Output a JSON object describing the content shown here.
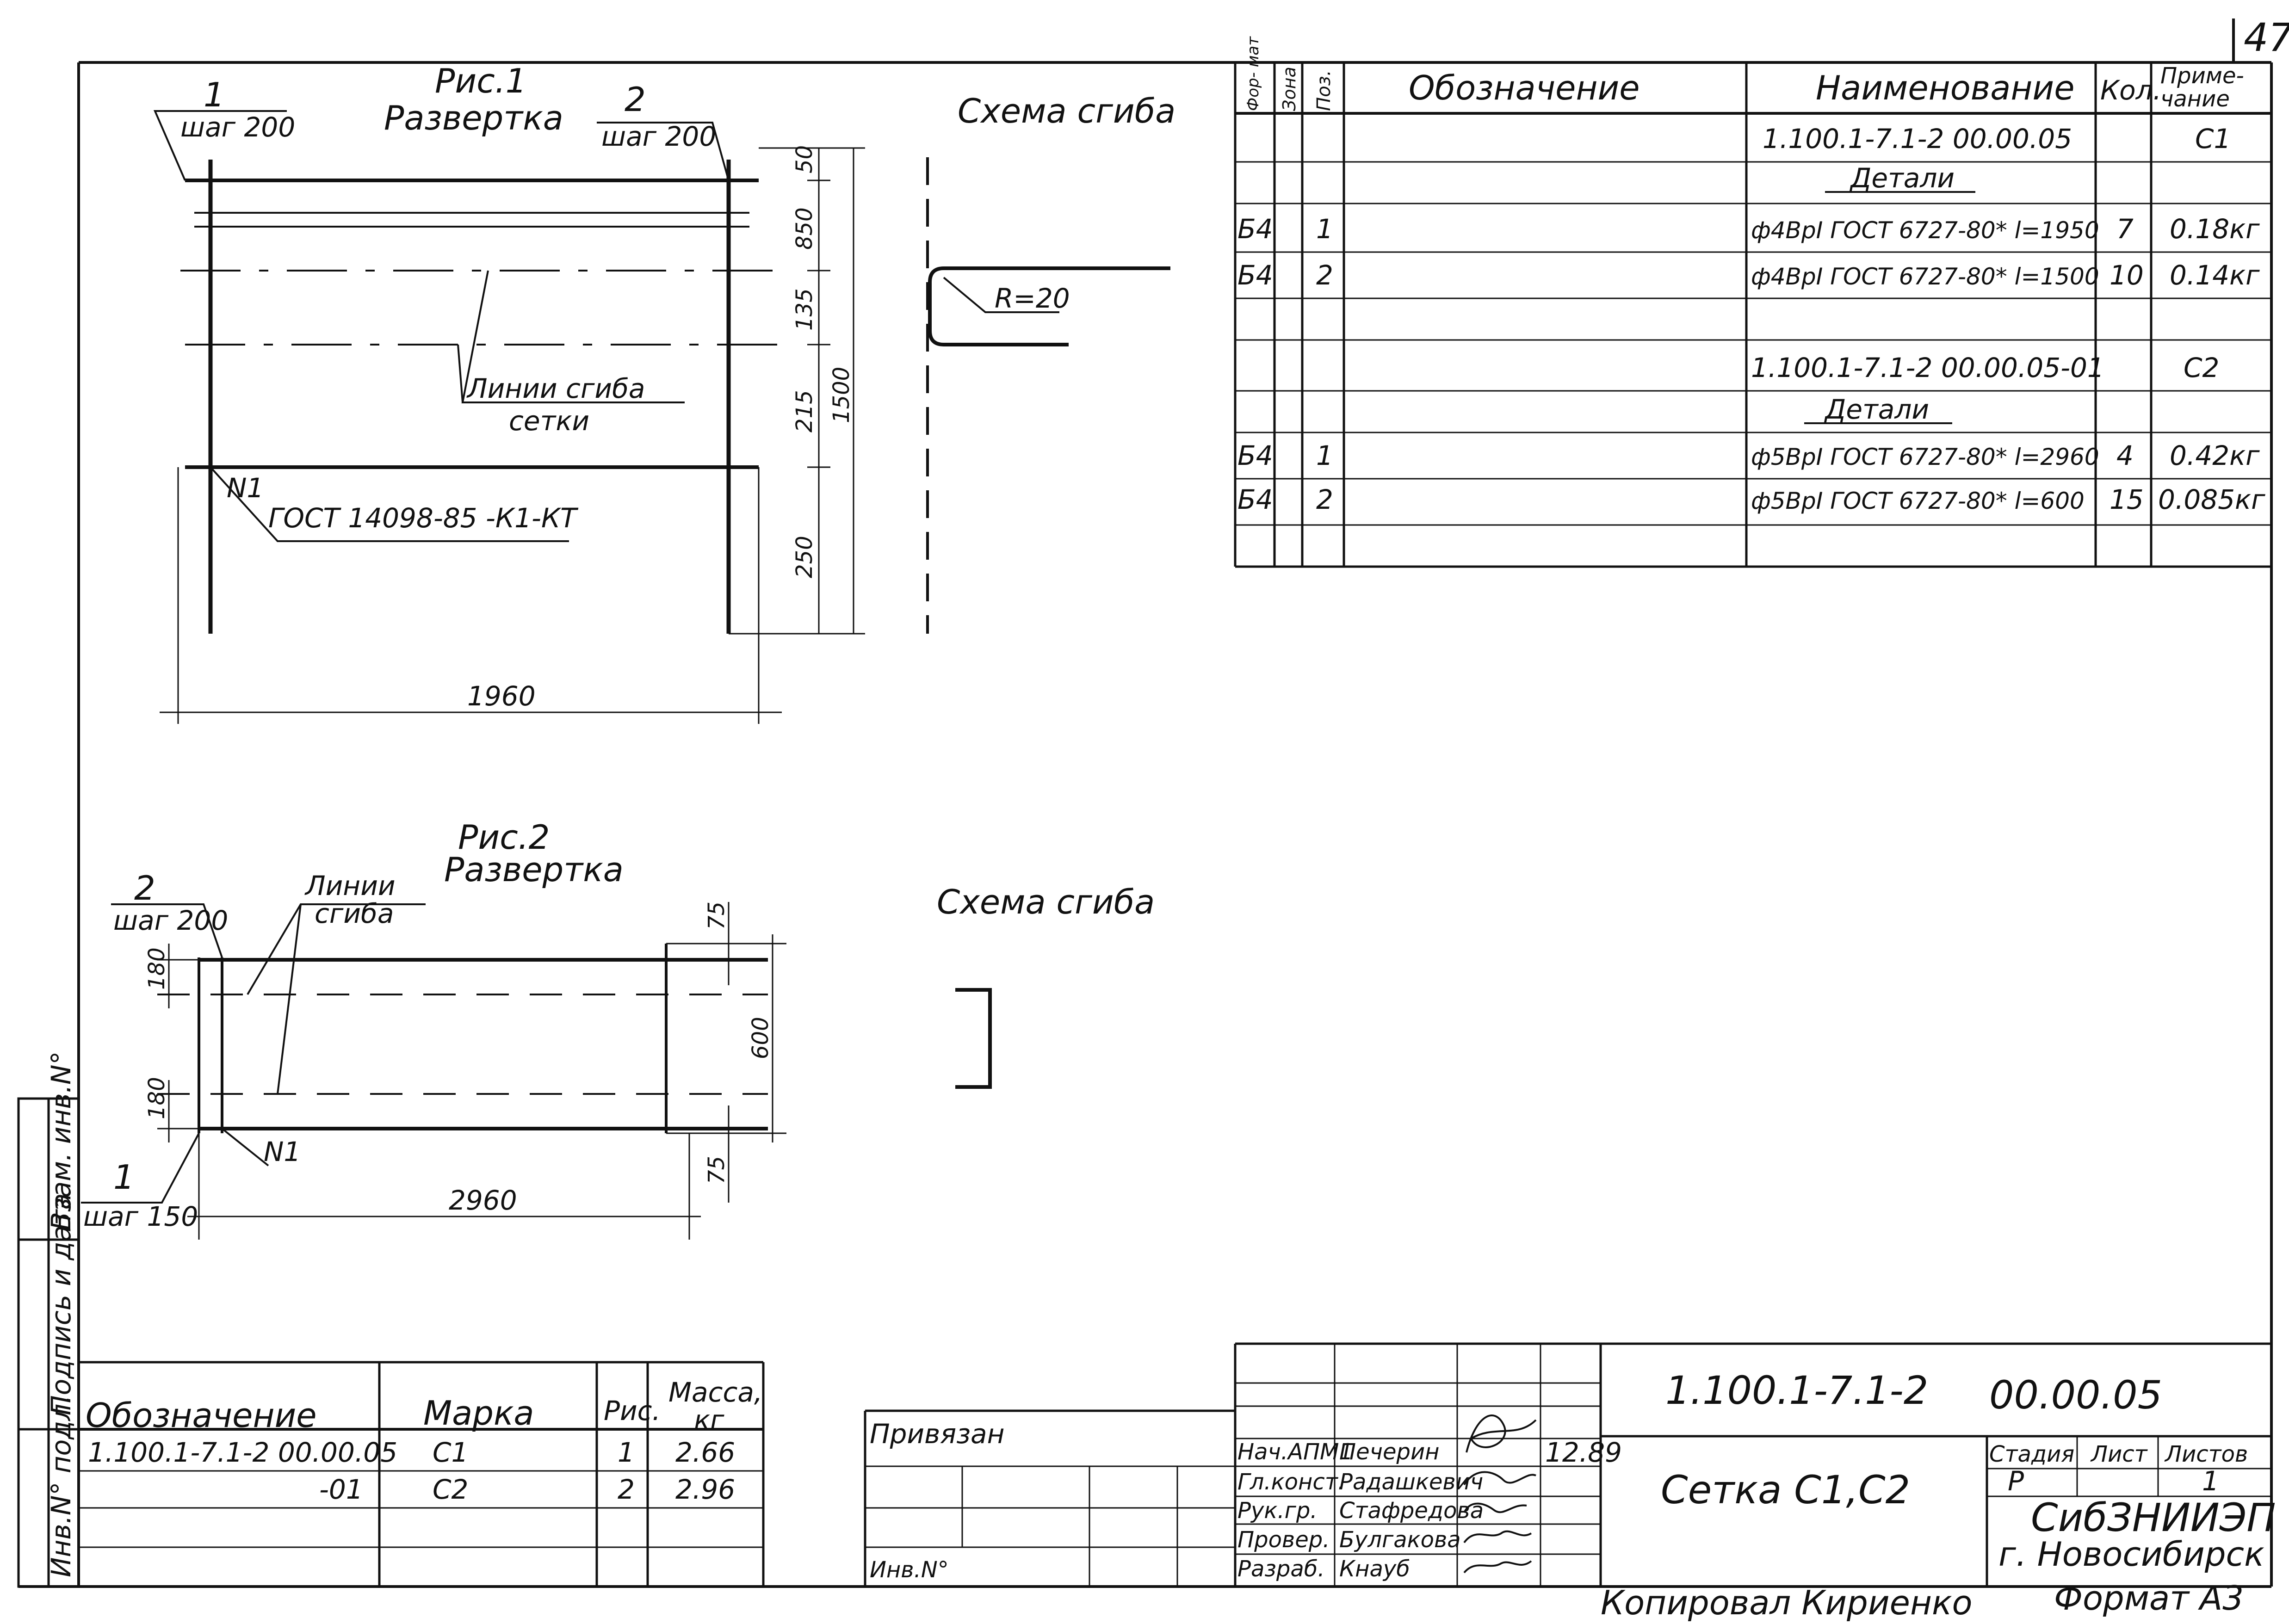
{
  "page_number": "47",
  "figure1": {
    "title": "Рис.1",
    "subtitle": "Развертка",
    "callout_1": {
      "num": "1",
      "text": "шаг 200"
    },
    "callout_2": {
      "num": "2",
      "text": "шаг 200"
    },
    "bend_lines_label_1": "Линии сгиба",
    "bend_lines_label_2": "сетки",
    "weld_mark": "N1",
    "weld_standard": "ГОСТ 14098-85 -К1-КТ",
    "dimensions": {
      "d50": "50",
      "d850": "850",
      "d135": "135",
      "d215": "215",
      "d250": "250",
      "d1500": "1500",
      "d1960": "1960"
    }
  },
  "bend_scheme_1": {
    "title": "Схема сгиба",
    "radius": "R=20"
  },
  "figure2": {
    "title": "Рис.2",
    "subtitle": "Развертка",
    "callout_2": {
      "num": "2",
      "text": "шаг 200"
    },
    "callout_1": {
      "num": "1",
      "text": "шаг 150"
    },
    "bend_lines_label_1": "Линии",
    "bend_lines_label_2": "сгиба",
    "weld_mark": "N1",
    "dimensions": {
      "d75a": "75",
      "d180a": "180",
      "d600": "600",
      "d180b": "180",
      "d75b": "75",
      "d2960": "2960"
    }
  },
  "bend_scheme_2": {
    "title": "Схема сгиба"
  },
  "spec_table": {
    "headers": {
      "format": "Фор- мат",
      "zone": "Зона",
      "pos": "Поз.",
      "designation": "Обозначение",
      "name": "Наименование",
      "qty": "Кол.",
      "note_1": "Приме-",
      "note_2": "чание"
    },
    "rows": [
      {
        "format": "",
        "zone": "",
        "pos": "",
        "designation": "",
        "name": "1.100.1-7.1-2    00.00.05",
        "qty": "",
        "note": "С1"
      },
      {
        "format": "",
        "zone": "",
        "pos": "",
        "designation": "",
        "name": "Детали",
        "qty": "",
        "note": ""
      },
      {
        "format": "Б4",
        "zone": "",
        "pos": "1",
        "designation": "",
        "name": "ф4ВрI ГОСТ 6727-80* l=1950",
        "qty": "7",
        "note": "0.18кг"
      },
      {
        "format": "Б4",
        "zone": "",
        "pos": "2",
        "designation": "",
        "name": "ф4ВрI ГОСТ 6727-80* l=1500",
        "qty": "10",
        "note": "0.14кг"
      },
      {
        "format": "",
        "zone": "",
        "pos": "",
        "designation": "",
        "name": "",
        "qty": "",
        "note": ""
      },
      {
        "format": "",
        "zone": "",
        "pos": "",
        "designation": "",
        "name": "1.100.1-7.1-2    00.00.05-01",
        "qty": "",
        "note": "С2"
      },
      {
        "format": "",
        "zone": "",
        "pos": "",
        "designation": "",
        "name": "Детали",
        "qty": "",
        "note": ""
      },
      {
        "format": "Б4",
        "zone": "",
        "pos": "1",
        "designation": "",
        "name": "ф5ВрI ГОСТ 6727-80* l=2960",
        "qty": "4",
        "note": "0.42кг"
      },
      {
        "format": "Б4",
        "zone": "",
        "pos": "2",
        "designation": "",
        "name": "ф5ВрI ГОСТ 6727-80* l=600",
        "qty": "15",
        "note": "0.085кг"
      }
    ]
  },
  "mark_table": {
    "headers": {
      "designation": "Обозначение",
      "mark": "Марка",
      "fig": "Рис.",
      "mass_1": "Масса,",
      "mass_2": "кг"
    },
    "rows": [
      {
        "designation": "1.100.1-7.1-2    00.00.05",
        "mark": "С1",
        "fig": "1",
        "mass": "2.66"
      },
      {
        "designation": "-01",
        "mark": "С2",
        "fig": "2",
        "mass": "2.96"
      }
    ]
  },
  "binding": {
    "label": "Привязан",
    "inv_label": "Инв.N°"
  },
  "side_stamp": [
    "Взам. инв.N°",
    "Подпись и дата",
    "Инв.N° подл."
  ],
  "title_block": {
    "doc_code": "1.100.1-7.1-2",
    "doc_number": "00.00.05",
    "title": "Сетка С1,С2",
    "stage_label": "Стадия",
    "sheet_label": "Лист",
    "sheets_label": "Листов",
    "stage_value": "Р",
    "sheets_value": "1",
    "org_1": "СибЗНИИЭП",
    "org_2": "г. Новосибирск",
    "date": "12.89",
    "people": [
      {
        "role": "Нач.АПМ1",
        "name": "Печерин"
      },
      {
        "role": "Гл.конст.",
        "name": "Радашкевич"
      },
      {
        "role": "Рук.гр.",
        "name": "Стафредова"
      },
      {
        "role": "Провер.",
        "name": "Булгакова"
      },
      {
        "role": "Разраб.",
        "name": "Кнауб"
      }
    ],
    "copied_by": "Копировал  Кириенко",
    "format": "Формат А3"
  }
}
